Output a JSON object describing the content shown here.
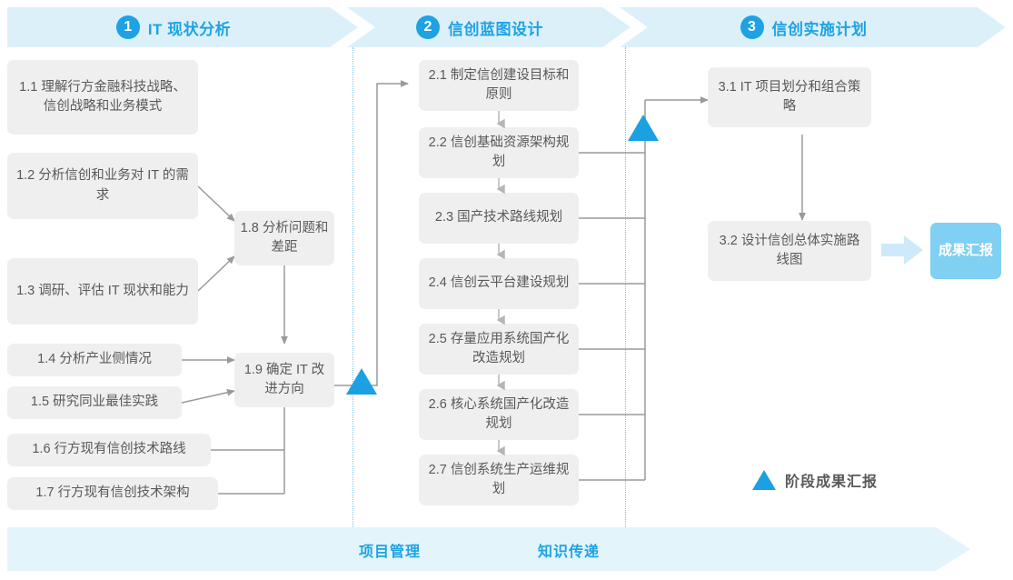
{
  "phases": [
    {
      "number": "1",
      "title": "IT 现状分析"
    },
    {
      "number": "2",
      "title": "信创蓝图设计"
    },
    {
      "number": "3",
      "title": "信创实施计划"
    }
  ],
  "phase1_tasks": [
    {
      "id": "1.1",
      "label": "1.1 理解行方金融科技战略、信创战略和业务模式"
    },
    {
      "id": "1.2",
      "label": "1.2 分析信创和业务对 IT 的需求"
    },
    {
      "id": "1.3",
      "label": "1.3 调研、评估 IT 现状和能力"
    },
    {
      "id": "1.4",
      "label": "1.4 分析产业侧情况"
    },
    {
      "id": "1.5",
      "label": "1.5 研究同业最佳实践"
    },
    {
      "id": "1.6",
      "label": "1.6 行方现有信创技术路线"
    },
    {
      "id": "1.7",
      "label": "1.7 行方现有信创技术架构"
    }
  ],
  "phase1_synth": [
    {
      "id": "1.8",
      "label": "1.8 分析问题和差距"
    },
    {
      "id": "1.9",
      "label": "1.9 确定 IT 改进方向"
    }
  ],
  "phase2_tasks": [
    {
      "id": "2.1",
      "label": "2.1 制定信创建设目标和原则"
    },
    {
      "id": "2.2",
      "label": "2.2 信创基础资源架构规划"
    },
    {
      "id": "2.3",
      "label": "2.3 国产技术路线规划"
    },
    {
      "id": "2.4",
      "label": "2.4 信创云平台建设规划"
    },
    {
      "id": "2.5",
      "label": "2.5 存量应用系统国产化改造规划"
    },
    {
      "id": "2.6",
      "label": "2.6 核心系统国产化改造规划"
    },
    {
      "id": "2.7",
      "label": "2.7 信创系统生产运维规划"
    }
  ],
  "phase3_tasks": [
    {
      "id": "3.1",
      "label": "3.1 IT 项目划分和组合策略"
    },
    {
      "id": "3.2",
      "label": "3.2 设计信创总体实施路线图"
    }
  ],
  "output": {
    "label": "成果汇报"
  },
  "legend": {
    "label": "阶段成果汇报",
    "icon": "triangle-icon"
  },
  "footer": {
    "items": [
      "项目管理",
      "知识传递"
    ]
  },
  "colors": {
    "accent": "#1ea2e3",
    "band": "#dcf0fa",
    "footer_band": "#e3f4fb",
    "box": "#efefef",
    "box_text": "#595959",
    "output_box": "#7fd0f2",
    "milestone": "#1ba1e2",
    "connector": "#8c8c8c",
    "divider": "#6ec6e8"
  }
}
